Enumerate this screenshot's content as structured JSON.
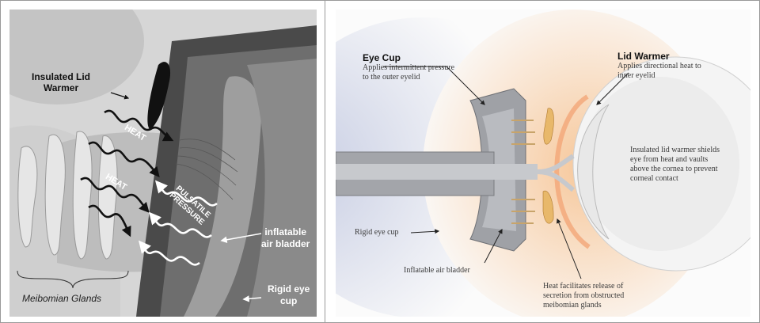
{
  "left_panel": {
    "labels": {
      "lid_warmer": "Insulated Lid\nWarmer",
      "heat_1": "HEAT",
      "heat_2": "HEAT",
      "pulsatile": "PULSATILE\nPRESSURE",
      "bladder": "inflatable\nair bladder",
      "eye_cup": "Rigid eye\ncup",
      "glands": "Meibomian Glands"
    }
  },
  "right_panel": {
    "labels": {
      "eye_cup_title": "Eye Cup",
      "eye_cup_desc": "Applies intermittent pressure\nto the outer eyelid",
      "lid_warmer_title": "Lid Warmer",
      "lid_warmer_desc": "Applies directional heat to\ninner eyelid",
      "shield_desc": "Insulated lid warmer shields\neye from heat and vaults\nabove the cornea to prevent\ncorneal contact",
      "rigid_cup": "Rigid eye cup",
      "bladder": "Inflatable air bladder",
      "heat_release": "Heat facilitates release of\nsecretion from obstructed\nmeibomian glands"
    }
  }
}
